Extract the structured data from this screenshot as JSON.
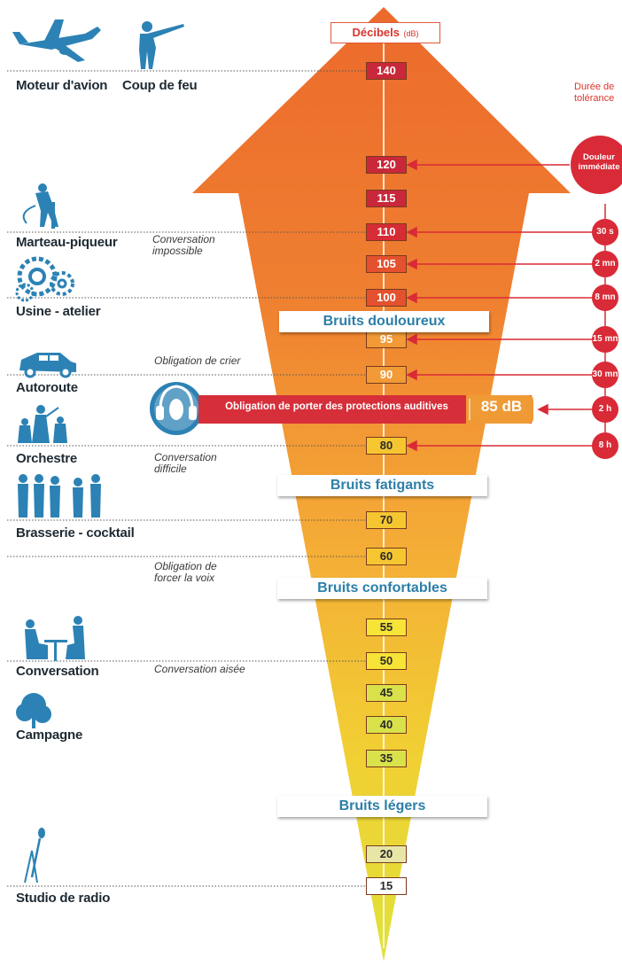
{
  "header": {
    "title": "Décibels",
    "unit": "(dB)"
  },
  "tolerance": {
    "title_line1": "Durée de",
    "title_line2": "tolérance",
    "pain_line1": "Douleur",
    "pain_line2": "immédiate"
  },
  "levels": [
    {
      "value": "140",
      "color": "#c9283a",
      "text": "#ffffff"
    },
    {
      "value": "120",
      "color": "#c9283a",
      "text": "#ffffff"
    },
    {
      "value": "115",
      "color": "#c9283a",
      "text": "#ffffff"
    },
    {
      "value": "110",
      "color": "#d62c35",
      "text": "#ffffff"
    },
    {
      "value": "105",
      "color": "#e4512f",
      "text": "#ffffff"
    },
    {
      "value": "100",
      "color": "#e4512f",
      "text": "#ffffff"
    },
    {
      "value": "95",
      "color": "#f19a36",
      "text": "#ffffff"
    },
    {
      "value": "90",
      "color": "#f19a36",
      "text": "#ffffff"
    },
    {
      "value": "80",
      "color": "#f6c631",
      "text": "#2a2a2a"
    },
    {
      "value": "70",
      "color": "#f6c631",
      "text": "#2a2a2a"
    },
    {
      "value": "60",
      "color": "#f6c631",
      "text": "#2a2a2a"
    },
    {
      "value": "55",
      "color": "#f7e437",
      "text": "#2a2a2a"
    },
    {
      "value": "50",
      "color": "#f7e437",
      "text": "#2a2a2a"
    },
    {
      "value": "45",
      "color": "#d9e24a",
      "text": "#2a2a2a"
    },
    {
      "value": "40",
      "color": "#d9e24a",
      "text": "#2a2a2a"
    },
    {
      "value": "35",
      "color": "#d9e24a",
      "text": "#2a2a2a"
    },
    {
      "value": "20",
      "color": "#e8e6a6",
      "text": "#2a2a2a"
    },
    {
      "value": "15",
      "color": "#ffffff",
      "text": "#2a2a2a"
    }
  ],
  "durations": [
    {
      "label": "30 s",
      "level": "110"
    },
    {
      "label": "2 mn",
      "level": "105"
    },
    {
      "label": "8 mn",
      "level": "100"
    },
    {
      "label": "15 mn",
      "level": "95"
    },
    {
      "label": "30 mn",
      "level": "90"
    },
    {
      "label": "2 h",
      "level": "85"
    },
    {
      "label": "8 h",
      "level": "80"
    }
  ],
  "bands": {
    "douloureux": "Bruits douloureux",
    "fatigants": "Bruits fatigants",
    "confortables": "Bruits confortables",
    "legers": "Bruits légers"
  },
  "warning": {
    "text": "Obligation de porter des protections auditives",
    "value": "85 dB",
    "icon": "ear-protection-icon"
  },
  "sources": [
    {
      "label": "Moteur d'avion",
      "icon": "airplane-icon"
    },
    {
      "label": "Coup de feu",
      "icon": "shooter-icon"
    },
    {
      "label": "Marteau-piqueur",
      "icon": "jackhammer-icon"
    },
    {
      "label": "Usine - atelier",
      "icon": "gears-icon"
    },
    {
      "label": "Autoroute",
      "icon": "car-icon"
    },
    {
      "label": "Orchestre",
      "icon": "orchestra-icon"
    },
    {
      "label": "Brasserie - cocktail",
      "icon": "people-standing-icon"
    },
    {
      "label": "Conversation",
      "icon": "people-sitting-icon"
    },
    {
      "label": "Campagne",
      "icon": "tree-icon"
    },
    {
      "label": "Studio de radio",
      "icon": "microphone-icon"
    }
  ],
  "notes": [
    "Conversation\nimpossible",
    "Obligation de crier",
    "Conversation\ndifficile",
    "Obligation de\nforcer la voix",
    "Conversation aisée"
  ],
  "colors": {
    "arrow_top": "#ec6a2c",
    "arrow_mid": "#f4a836",
    "arrow_bottom": "#e0e23a",
    "duration_red": "#d92a37",
    "band_text": "#2c7fa8",
    "warning_bar": "#d62f3a",
    "warning_value_bg": "#f09a36"
  }
}
